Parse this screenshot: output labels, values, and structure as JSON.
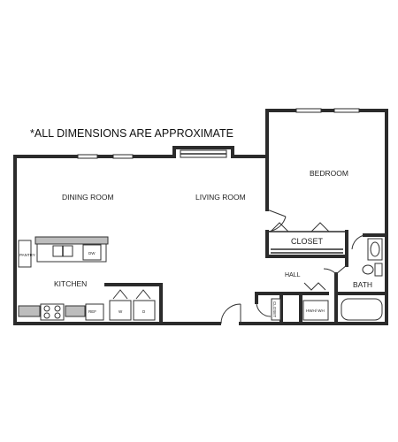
{
  "note": "*ALL DIMENSIONS ARE APPROXIMATE",
  "rooms": {
    "dining": "DINING ROOM",
    "living": "LIVING ROOM",
    "bedroom": "BEDROOM",
    "kitchen": "KITCHEN",
    "closet_main": "CLOSET",
    "hall": "HALL",
    "bath": "BATH",
    "pantry": "PANTRY",
    "closet_small": "CLOSET",
    "dw": "DW",
    "ref": "REF",
    "washer": "W",
    "dryer": "D",
    "hwh": "HWH/ WH"
  }
}
